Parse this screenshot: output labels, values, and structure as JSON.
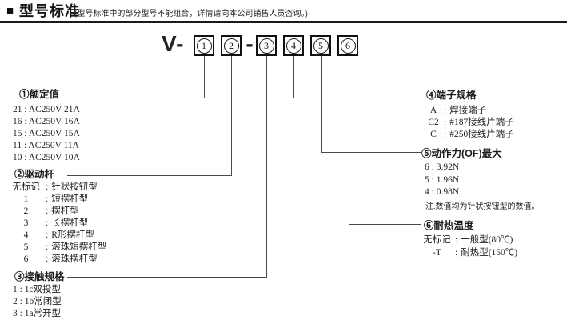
{
  "header": {
    "bullet": "■",
    "title": "型号标准",
    "note": "(型号标准中的部分型号不能组合，详情请向本公司销售人员咨询。)"
  },
  "model": {
    "prefix": "V-",
    "separator": "-",
    "digits": [
      "1",
      "2",
      "3",
      "4",
      "5",
      "6"
    ]
  },
  "ui": {
    "colon": ":"
  },
  "sections": {
    "rated": {
      "heading": "①额定值",
      "items": [
        "21 : AC250V 21A",
        "16 : AC250V 16A",
        "15 : AC250V 15A",
        "11 : AC250V 11A",
        "10 : AC250V 10A"
      ]
    },
    "actuator": {
      "heading": "②驱动杆",
      "items": [
        {
          "code": "无标记",
          "label": "针状按钮型"
        },
        {
          "code": "1",
          "label": "短摆杆型"
        },
        {
          "code": "2",
          "label": "摆杆型"
        },
        {
          "code": "3",
          "label": "长摆杆型"
        },
        {
          "code": "4",
          "label": "R形摆杆型"
        },
        {
          "code": "5",
          "label": "滚珠短摆杆型"
        },
        {
          "code": "6",
          "label": "滚珠摆杆型"
        }
      ]
    },
    "contact": {
      "heading": "③接触规格",
      "items": [
        "1 : 1c双投型",
        "2 : 1b常闭型",
        "3 : 1a常开型"
      ]
    },
    "terminal": {
      "heading": "④端子规格",
      "items": [
        {
          "code": "A",
          "label": "焊接端子"
        },
        {
          "code": "C2",
          "label": "#187接线片端子"
        },
        {
          "code": "C",
          "label": "#250接线片端子"
        }
      ]
    },
    "force": {
      "heading": "⑤动作力(OF)最大",
      "items": [
        "6 : 3.92N",
        "5 : 1.96N",
        "4 : 0.98N"
      ],
      "note": "注.数值均为针状按钮型的数值。"
    },
    "heat": {
      "heading": "⑥耐热温度",
      "items": [
        {
          "code": "无标记",
          "label": "一般型(80℃)"
        },
        {
          "code": "-T",
          "label": "耐热型(150℃)"
        }
      ]
    }
  },
  "colors": {
    "text": "#1f1f1f",
    "connector_line": "#4a4a4a",
    "header_rule": "#1a1a1a"
  }
}
